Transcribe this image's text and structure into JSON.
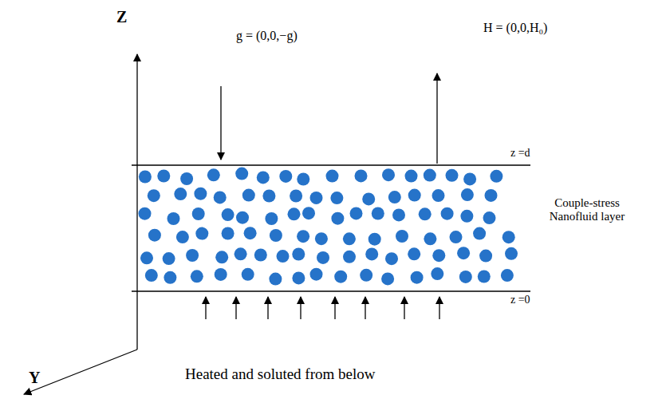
{
  "diagram": {
    "labels": [
      "Z",
      "g = (0,0,−g)",
      "H = (0,0,H₀)",
      "z =d",
      "Couple-stress Nanofluid layer",
      "z =0",
      "Heated and soluted from below",
      "Y"
    ]
  }
}
